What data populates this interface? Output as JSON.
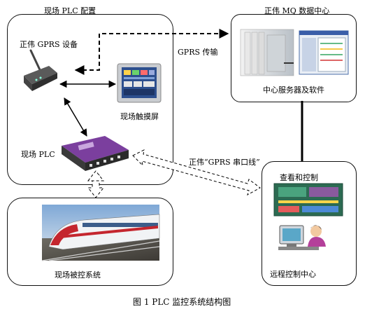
{
  "groups": {
    "plc_site": {
      "title": "现场 PLC 配置"
    },
    "data_center": {
      "title": "正伟 MQ 数据中心"
    },
    "remote": {
      "title": "查看和控制",
      "footer": "远程控制中心"
    },
    "field_system": {
      "title": "现场被控系统"
    }
  },
  "nodes": {
    "gprs_device": "正伟 GPRS 设备",
    "touch_screen": "现场触摸屏",
    "plc": "现场 PLC",
    "server": "中心服务器及软件"
  },
  "edges": {
    "gprs_link": "GPRS 传输",
    "serial_line": "正伟“GPRS 串口线”"
  },
  "caption": "图 1 PLC 监控系统结构图",
  "colors": {
    "purple": "#7b3f9e",
    "screen_blue": "#3a5ea8",
    "green": "#3f7a40"
  }
}
